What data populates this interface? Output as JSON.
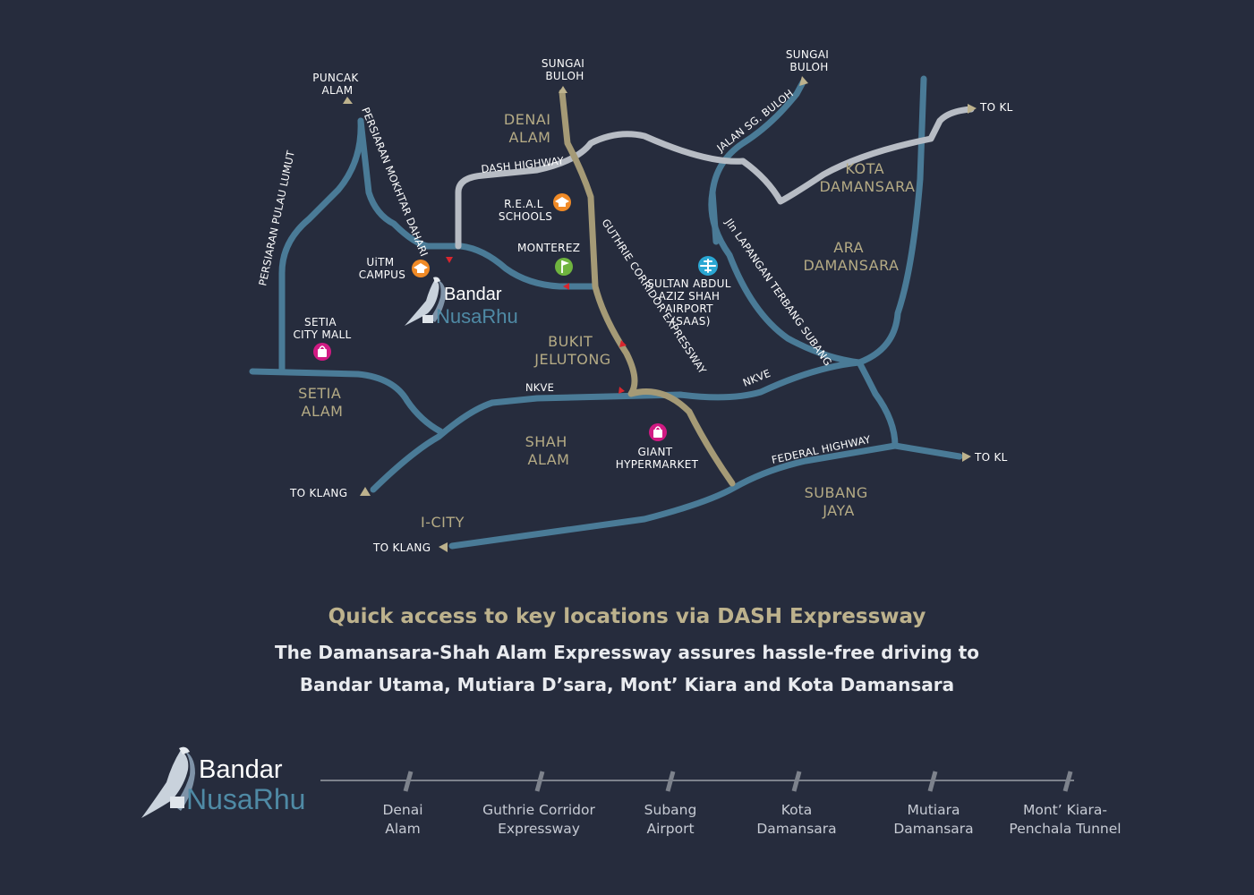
{
  "map": {
    "arrow_labels": {
      "puncak_alam": [
        "PUNCAK",
        "ALAM"
      ],
      "sungai_buloh_1": [
        "SUNGAI",
        "BULOH"
      ],
      "sungai_buloh_2": [
        "SUNGAI",
        "BULOH"
      ],
      "to_kl_1": "TO KL",
      "to_kl_2": "TO KL",
      "to_klang_1": "TO KLANG",
      "to_klang_2": "TO KLANG"
    },
    "roads": {
      "persiaran_pulau_lumut": "PERSIARAN PULAU LUMUT",
      "persiaran_mokhtar_dahari": "PERSIARAN MOKHTAR DAHARI",
      "dash_highway": "DASH HIGHWAY",
      "jalan_sg_buloh": "JALAN SG. BULOH",
      "guthrie": "GUTHRIE CORRIDOR EXPRESSWAY",
      "jln_lapangan": "Jln LAPANGAN TERBANG SUBANG",
      "nkve_1": "NKVE",
      "nkve_2": "NKVE",
      "federal_highway": "FEDERAL HIGHWAY"
    },
    "areas": {
      "denai_alam": [
        "DENAI",
        "ALAM"
      ],
      "kota_damansara": [
        "KOTA",
        "DAMANSARA"
      ],
      "ara_damansara": [
        "ARA",
        "DAMANSARA"
      ],
      "bukit_jelutong": [
        "BUKIT",
        "JELUTONG"
      ],
      "setia_alam": [
        "SETIA",
        "ALAM"
      ],
      "shah_alam": [
        "SHAH",
        "ALAM"
      ],
      "subang_jaya": [
        "SUBANG",
        "JAYA"
      ],
      "i_city": "I-CITY"
    },
    "pois": {
      "real_schools": [
        "R.E.A.L",
        "SCHOOLS"
      ],
      "uitm_campus": [
        "UiTM",
        "CAMPUS"
      ],
      "monterez": "MONTEREZ",
      "saas": [
        "SULTAN ABDUL",
        "AZIZ SHAH",
        "AIRPORT",
        "(SAAS)"
      ],
      "setia_city_mall": [
        "SETIA",
        "CITY MALL"
      ],
      "giant_hypermarket": [
        "GIANT",
        "HYPERMARKET"
      ]
    },
    "logo": {
      "word1": "Bandar",
      "word2": "NusaRhu"
    },
    "colors": {
      "background": "#262c3d",
      "road_blue": "#4a7b97",
      "road_grey": "#b7bcc4",
      "road_gold": "#a59a76",
      "area_text": "#b5ab85",
      "poi_orange": "#f08a26",
      "poi_green": "#6fb43f",
      "poi_cyan": "#2aa7d3",
      "poi_magenta": "#d11a83",
      "direction_arrow": "#d8262e"
    },
    "icons": {
      "school": "graduation-cap-icon",
      "golf": "golf-flag-icon",
      "airport": "airplane-icon",
      "mall": "shopping-bag-icon"
    }
  },
  "text": {
    "headline": "Quick access to key locations via DASH Expressway",
    "sub_line_1": "The Damansara-Shah Alam Expressway assures hassle-free driving to",
    "sub_line_2": "Bandar Utama, Mutiara D’sara, Mont’ Kiara and Kota Damansara"
  },
  "footer_logo": {
    "word1": "Bandar",
    "word2": "NusaRhu"
  },
  "timeline": [
    [
      "Denai",
      "Alam"
    ],
    [
      "Guthrie Corridor",
      "Expressway"
    ],
    [
      "Subang",
      "Airport"
    ],
    [
      "Kota",
      "Damansara"
    ],
    [
      "Mutiara",
      "Damansara"
    ],
    [
      "Mont’ Kiara-",
      "Penchala Tunnel"
    ]
  ]
}
